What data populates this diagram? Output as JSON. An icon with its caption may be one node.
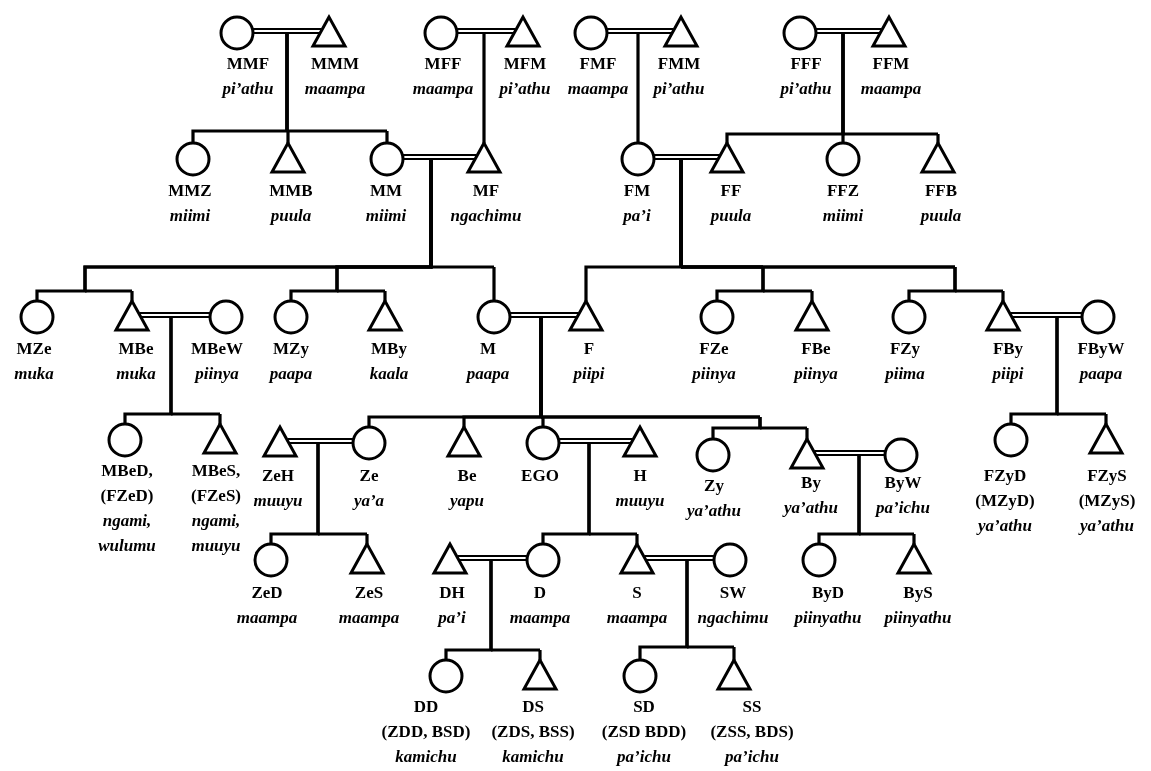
{
  "diagram": {
    "nodes": [
      {
        "text": [],
        "shape": "circle",
        "beside": [
          "MMF",
          "pi’athu"
        ]
      },
      {
        "text": [],
        "shape": "triangle",
        "beside": [
          "MMM",
          "maampa"
        ]
      },
      {
        "text": [],
        "shape": "circle",
        "beside": [
          "MFF",
          "maampa"
        ]
      },
      {
        "text": [],
        "shape": "triangle",
        "beside": [
          "MFM",
          "pi’athu"
        ]
      },
      {
        "text": [],
        "shape": "circle",
        "beside": [
          "FMF",
          "maampa"
        ]
      },
      {
        "text": [],
        "shape": "triangle",
        "beside": [
          "FMM",
          "pi’athu"
        ]
      },
      {
        "text": [],
        "shape": "circle",
        "beside": [
          "FFF",
          "pi’athu"
        ]
      },
      {
        "text": [],
        "shape": "triangle",
        "beside": [
          "FFM",
          "maampa"
        ]
      },
      {
        "text": [],
        "shape": "circle",
        "beside": [
          "MMZ",
          "miimi"
        ]
      },
      {
        "text": [],
        "shape": "triangle",
        "beside": [
          "MMB",
          "puula"
        ]
      },
      {
        "text": [],
        "shape": "circle",
        "beside": [
          "MM",
          "miimi"
        ]
      },
      {
        "text": [],
        "shape": "triangle",
        "beside": [
          "MF",
          "ngachimu"
        ]
      },
      {
        "text": [],
        "shape": "circle",
        "beside": [
          "FM",
          "pa’i"
        ]
      },
      {
        "text": [],
        "shape": "triangle",
        "beside": [
          "FF",
          "puula"
        ]
      },
      {
        "text": [],
        "shape": "circle",
        "beside": [
          "FFZ",
          "miimi"
        ]
      },
      {
        "text": [],
        "shape": "triangle",
        "beside": [
          "FFB",
          "puula"
        ]
      },
      {
        "text": [],
        "shape": "circle",
        "beside": [
          "MZe",
          "muka"
        ]
      },
      {
        "text": [],
        "shape": "triangle",
        "beside": [
          "MBe",
          "muka"
        ]
      },
      {
        "text": [],
        "shape": "circle",
        "beside": [
          "MBeW",
          "piinya"
        ]
      },
      {
        "text": [],
        "shape": "circle",
        "beside": [
          "MZy",
          "paapa"
        ]
      },
      {
        "text": [],
        "shape": "triangle",
        "beside": [
          "MBy",
          "kaala"
        ]
      },
      {
        "text": [],
        "shape": "circle",
        "beside": [
          "M",
          "paapa"
        ]
      },
      {
        "text": [],
        "shape": "triangle",
        "beside": [
          "F",
          "piipi"
        ]
      },
      {
        "text": [],
        "shape": "circle",
        "beside": [
          "FZe",
          "piinya"
        ]
      },
      {
        "text": [],
        "shape": "triangle",
        "beside": [
          "FBe",
          "piinya"
        ]
      },
      {
        "text": [],
        "shape": "circle",
        "beside": [
          "FZy",
          "piima"
        ]
      },
      {
        "text": [],
        "shape": "triangle",
        "beside": [
          "FBy",
          "piipi"
        ]
      },
      {
        "text": [],
        "shape": "circle",
        "beside": [
          "FByW",
          "paapa"
        ]
      },
      {
        "text": [],
        "shape": "circle",
        "beside": [
          "MBeD,",
          "(FZeD)",
          "ngami, wulumu"
        ]
      },
      {
        "text": [],
        "shape": "triangle",
        "beside": [
          "MBeS,",
          "(FZeS)",
          "ngami, muuyu"
        ]
      },
      {
        "text": [],
        "shape": "triangle",
        "beside": [
          "ZeH",
          "muuyu"
        ]
      },
      {
        "text": [],
        "shape": "circle",
        "beside": [
          "Ze",
          "ya’a"
        ]
      },
      {
        "text": [],
        "shape": "triangle",
        "beside": [
          "Be",
          "yapu"
        ]
      },
      {
        "text": [],
        "shape": "circle",
        "beside": [
          "EGO"
        ]
      },
      {
        "text": [],
        "shape": "triangle",
        "beside": [
          "H",
          "muuyu"
        ]
      },
      {
        "text": [],
        "shape": "circle",
        "beside": [
          "Zy",
          "ya’athu"
        ]
      },
      {
        "text": [],
        "shape": "triangle",
        "beside": [
          "By",
          "ya’athu"
        ]
      },
      {
        "text": [],
        "shape": "circle",
        "beside": [
          "ByW",
          "pa’ichu"
        ]
      },
      {
        "text": [],
        "shape": "circle",
        "beside": [
          "FZyD",
          "(MZyD)",
          "ya’athu"
        ]
      },
      {
        "text": [],
        "shape": "triangle",
        "beside": [
          "FZyS",
          "(MZyS)",
          "ya’athu"
        ]
      },
      {
        "text": [],
        "shape": "circle",
        "beside": [
          "ZeD",
          "maampa"
        ]
      },
      {
        "text": [],
        "shape": "triangle",
        "beside": [
          "ZeS",
          "maampa"
        ]
      },
      {
        "text": [],
        "shape": "triangle",
        "beside": [
          "DH",
          "pa’i"
        ]
      },
      {
        "text": [],
        "shape": "circle",
        "beside": [
          "D",
          "maampa"
        ]
      },
      {
        "text": [],
        "shape": "triangle",
        "beside": [
          "S",
          "maampa"
        ]
      },
      {
        "text": [],
        "shape": "circle",
        "beside": [
          "SW",
          "ngachimu"
        ]
      },
      {
        "text": [],
        "shape": "circle",
        "beside": [
          "ByD",
          "piinyathu"
        ]
      },
      {
        "text": [],
        "shape": "triangle",
        "beside": [
          "ByS",
          "piinyathu"
        ]
      },
      {
        "text": [],
        "shape": "circle",
        "beside": [
          "DD",
          "(ZDD, BSD)",
          "kamichu"
        ]
      },
      {
        "text": [],
        "shape": "triangle",
        "beside": [
          "DS",
          "(ZDS, BSS)",
          "kamichu"
        ]
      },
      {
        "text": [],
        "shape": "circle",
        "beside": [
          "SD",
          "(ZSD BDD)",
          "pa’ichu"
        ]
      },
      {
        "text": [],
        "shape": "triangle",
        "beside": [
          "SS",
          "(ZSS, BDS)",
          "pa’ichu"
        ]
      }
    ],
    "edges": [
      {
        "from": 0,
        "to": 1,
        "arrow": "none",
        "style": "thick"
      },
      {
        "from": 2,
        "to": 3,
        "arrow": "none",
        "style": "thick"
      },
      {
        "from": 4,
        "to": 5,
        "arrow": "none",
        "style": "thick"
      },
      {
        "from": 6,
        "to": 7,
        "arrow": "none",
        "style": "thick"
      },
      {
        "from": 10,
        "to": 11,
        "arrow": "none",
        "style": "thick"
      },
      {
        "from": 12,
        "to": 13,
        "arrow": "none",
        "style": "thick"
      },
      {
        "from": 17,
        "to": 18,
        "arrow": "none",
        "style": "thick"
      },
      {
        "from": 21,
        "to": 22,
        "arrow": "none",
        "style": "thick"
      },
      {
        "from": 26,
        "to": 27,
        "arrow": "none",
        "style": "thick"
      },
      {
        "from": 30,
        "to": 31,
        "arrow": "none",
        "style": "thick"
      },
      {
        "from": 33,
        "to": 34,
        "arrow": "none",
        "style": "thick"
      },
      {
        "from": 36,
        "to": 37,
        "arrow": "none",
        "style": "thick"
      },
      {
        "from": 42,
        "to": 43,
        "arrow": "none",
        "style": "thick"
      },
      {
        "from": 44,
        "to": 45,
        "arrow": "none",
        "style": "thick"
      },
      {
        "from": 0,
        "to": 8,
        "arrow": "none"
      },
      {
        "from": 1,
        "to": 8,
        "arrow": "none"
      },
      {
        "from": 0,
        "to": 9,
        "arrow": "none"
      },
      {
        "from": 1,
        "to": 9,
        "arrow": "none"
      },
      {
        "from": 0,
        "to": 10,
        "arrow": "none"
      },
      {
        "from": 1,
        "to": 10,
        "arrow": "none"
      },
      {
        "from": 2,
        "to": 11,
        "arrow": "none"
      },
      {
        "from": 3,
        "to": 11,
        "arrow": "none"
      },
      {
        "from": 4,
        "to": 12,
        "arrow": "none"
      },
      {
        "from": 5,
        "to": 12,
        "arrow": "none"
      },
      {
        "from": 6,
        "to": 13,
        "arrow": "none"
      },
      {
        "from": 7,
        "to": 13,
        "arrow": "none"
      },
      {
        "from": 6,
        "to": 14,
        "arrow": "none"
      },
      {
        "from": 7,
        "to": 14,
        "arrow": "none"
      },
      {
        "from": 6,
        "to": 15,
        "arrow": "none"
      },
      {
        "from": 7,
        "to": 15,
        "arrow": "none"
      },
      {
        "from": 10,
        "to": 16,
        "arrow": "none"
      },
      {
        "from": 11,
        "to": 16,
        "arrow": "none"
      },
      {
        "from": 10,
        "to": 17,
        "arrow": "none"
      },
      {
        "from": 11,
        "to": 17,
        "arrow": "none"
      },
      {
        "from": 10,
        "to": 19,
        "arrow": "none"
      },
      {
        "from": 11,
        "to": 19,
        "arrow": "none"
      },
      {
        "from": 10,
        "to": 20,
        "arrow": "none"
      },
      {
        "from": 11,
        "to": 20,
        "arrow": "none"
      },
      {
        "from": 10,
        "to": 21,
        "arrow": "none"
      },
      {
        "from": 11,
        "to": 21,
        "arrow": "none"
      },
      {
        "from": 12,
        "to": 22,
        "arrow": "none"
      },
      {
        "from": 13,
        "to": 22,
        "arrow": "none"
      },
      {
        "from": 12,
        "to": 23,
        "arrow": "none"
      },
      {
        "from": 13,
        "to": 23,
        "arrow": "none"
      },
      {
        "from": 12,
        "to": 24,
        "arrow": "none"
      },
      {
        "from": 13,
        "to": 24,
        "arrow": "none"
      },
      {
        "from": 12,
        "to": 25,
        "arrow": "none"
      },
      {
        "from": 13,
        "to": 25,
        "arrow": "none"
      },
      {
        "from": 12,
        "to": 26,
        "arrow": "none"
      },
      {
        "from": 13,
        "to": 26,
        "arrow": "none"
      },
      {
        "from": 17,
        "to": 28,
        "arrow": "none"
      },
      {
        "from": 18,
        "to": 28,
        "arrow": "none"
      },
      {
        "from": 17,
        "to": 29,
        "arrow": "none"
      },
      {
        "from": 18,
        "to": 29,
        "arrow": "none"
      },
      {
        "from": 21,
        "to": 31,
        "arrow": "none"
      },
      {
        "from": 22,
        "to": 31,
        "arrow": "none"
      },
      {
        "from": 21,
        "to": 32,
        "arrow": "none"
      },
      {
        "from": 22,
        "to": 32,
        "arrow": "none"
      },
      {
        "from": 21,
        "to": 33,
        "arrow": "none"
      },
      {
        "from": 22,
        "to": 33,
        "arrow": "none"
      },
      {
        "from": 21,
        "to": 35,
        "arrow": "none"
      },
      {
        "from": 22,
        "to": 35,
        "arrow": "none"
      },
      {
        "from": 21,
        "to": 36,
        "arrow": "none"
      },
      {
        "from": 22,
        "to": 36,
        "arrow": "none"
      },
      {
        "from": 26,
        "to": 38,
        "arrow": "none"
      },
      {
        "from": 27,
        "to": 38,
        "arrow": "none"
      },
      {
        "from": 26,
        "to": 39,
        "arrow": "none"
      },
      {
        "from": 27,
        "to": 39,
        "arrow": "none"
      },
      {
        "from": 30,
        "to": 40,
        "arrow": "none"
      },
      {
        "from": 31,
        "to": 40,
        "arrow": "none"
      },
      {
        "from": 30,
        "to": 41,
        "arrow": "none"
      },
      {
        "from": 31,
        "to": 41,
        "arrow": "none"
      },
      {
        "from": 33,
        "to": 43,
        "arrow": "none"
      },
      {
        "from": 34,
        "to": 43,
        "arrow": "none"
      },
      {
        "from": 33,
        "to": 44,
        "arrow": "none"
      },
      {
        "from": 34,
        "to": 44,
        "arrow": "none"
      },
      {
        "from": 36,
        "to": 46,
        "arrow": "none"
      },
      {
        "from": 37,
        "to": 46,
        "arrow": "none"
      },
      {
        "from": 36,
        "to": 47,
        "arrow": "none"
      },
      {
        "from": 37,
        "to": 47,
        "arrow": "none"
      },
      {
        "from": 42,
        "to": 48,
        "arrow": "none"
      },
      {
        "from": 43,
        "to": 48,
        "arrow": "none"
      },
      {
        "from": 42,
        "to": 49,
        "arrow": "none"
      },
      {
        "from": 43,
        "to": 49,
        "arrow": "none"
      },
      {
        "from": 44,
        "to": 50,
        "arrow": "none"
      },
      {
        "from": 45,
        "to": 50,
        "arrow": "none"
      },
      {
        "from": 44,
        "to": 51,
        "arrow": "none"
      },
      {
        "from": 45,
        "to": 51,
        "arrow": "none"
      }
    ]
  }
}
